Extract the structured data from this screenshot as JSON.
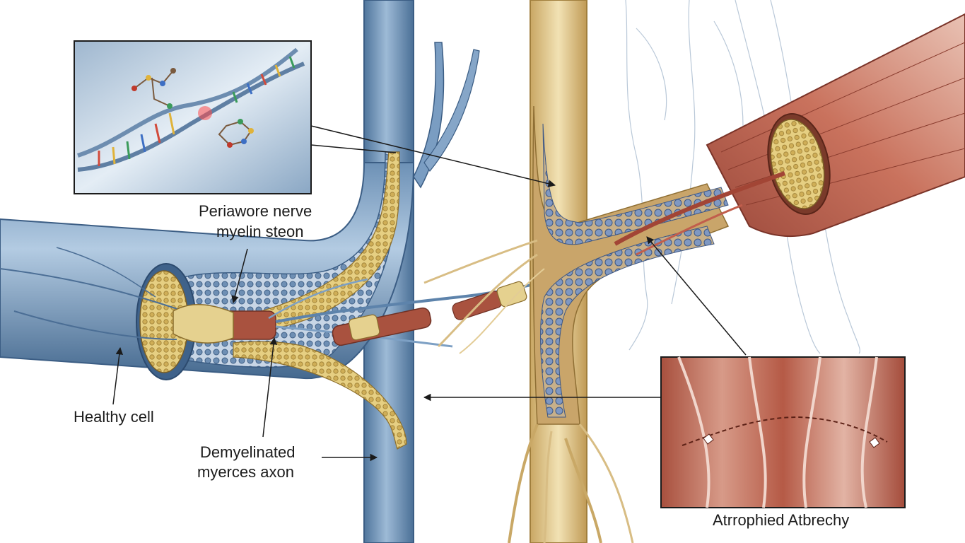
{
  "labels": {
    "myelin_line1": "Periawore nerve",
    "myelin_line2": "myelin steon",
    "healthy_cell": "Healthy cell",
    "demyelinated_line1": "Demyelinated",
    "demyelinated_line2": "myerces axon",
    "atrophy": "Atrrophied Atbrechy"
  },
  "colors": {
    "nerve_blue": "#5f84aa",
    "nerve_blue_light": "#a9c3dc",
    "nerve_gold": "#d8bf84",
    "muscle_red": "#b45a48",
    "myelin_yellow": "#e0c774"
  }
}
